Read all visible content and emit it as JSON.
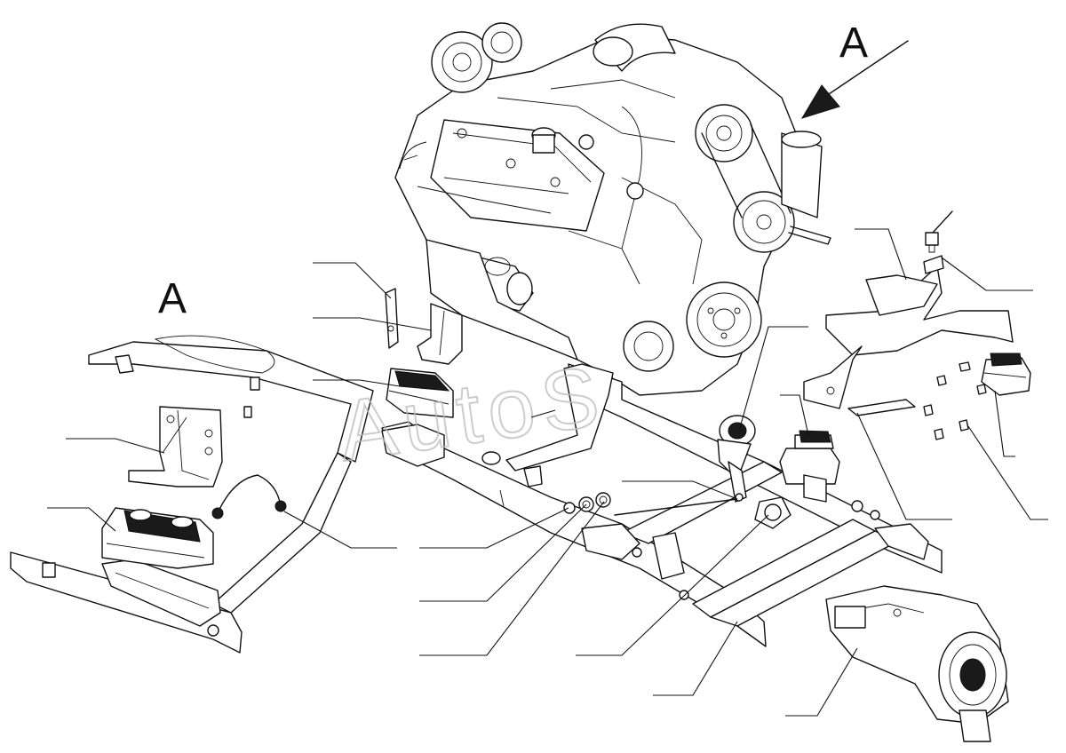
{
  "view_labels": {
    "main": "A",
    "detail": "A"
  },
  "watermark": "AutoS",
  "colors": {
    "line": "#111111",
    "background": "#ffffff",
    "watermark": "#bbbbbb"
  },
  "icons": [
    "view-direction-arrow"
  ]
}
